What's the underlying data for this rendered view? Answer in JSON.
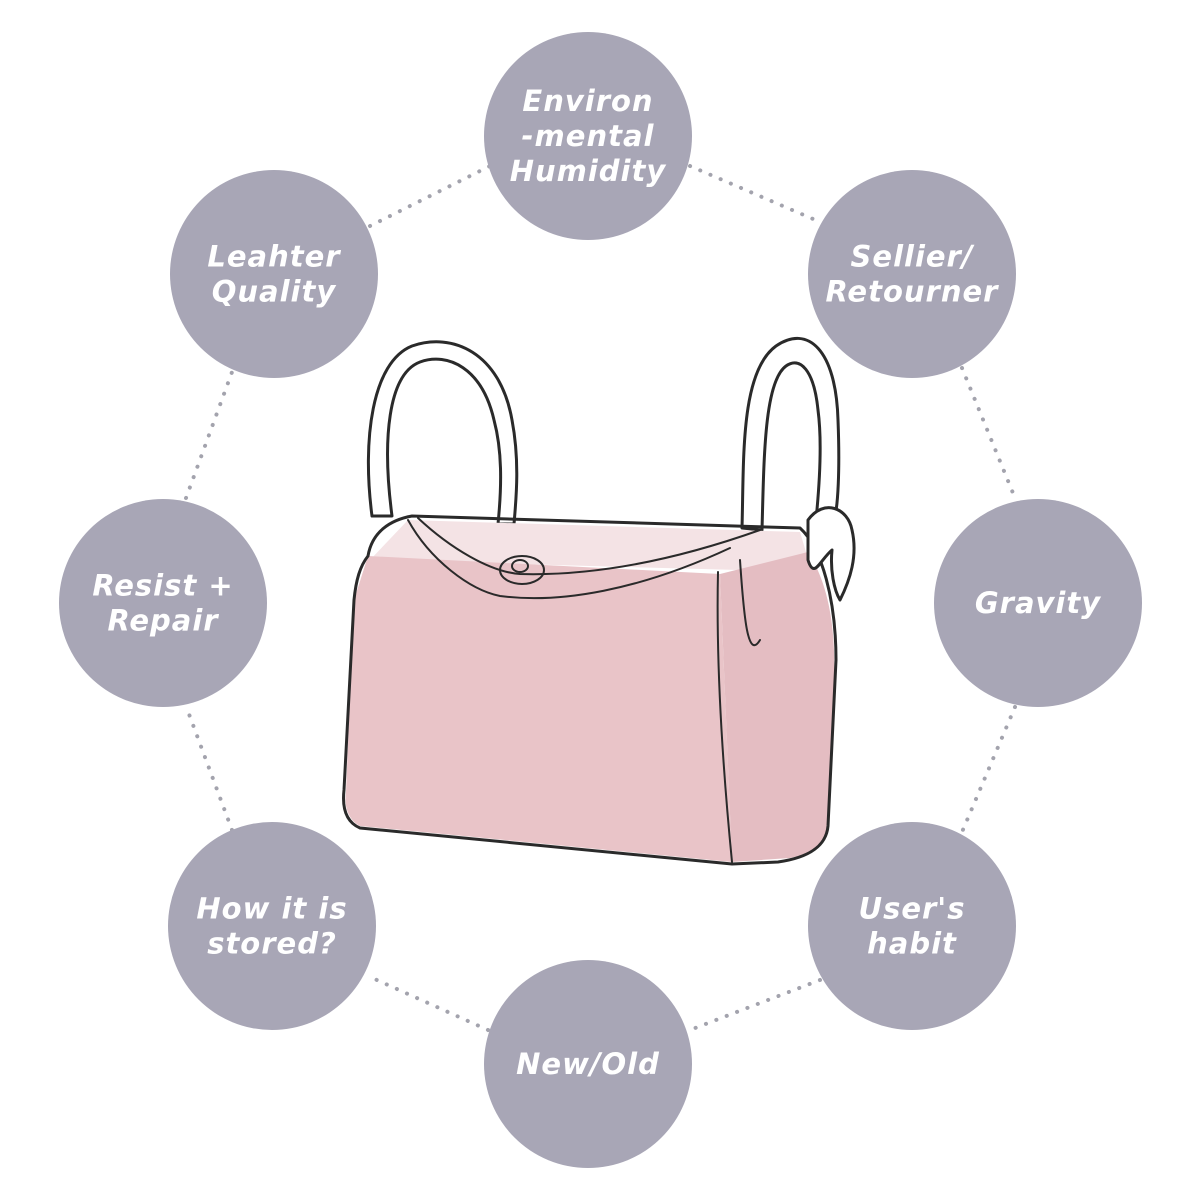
{
  "factors": [
    {
      "id": "environmental-humidity",
      "lines": [
        "Environ",
        "-mental",
        "Humidity"
      ]
    },
    {
      "id": "sellier-retourner",
      "lines": [
        "Sellier/",
        "Retourner"
      ]
    },
    {
      "id": "gravity",
      "lines": [
        "Gravity"
      ]
    },
    {
      "id": "users-habit",
      "lines": [
        "User's",
        "habit"
      ]
    },
    {
      "id": "new-old",
      "lines": [
        "New/Old"
      ]
    },
    {
      "id": "how-stored",
      "lines": [
        "How it is",
        "stored?"
      ]
    },
    {
      "id": "resist-repair",
      "lines": [
        "Resist +",
        "Repair"
      ]
    },
    {
      "id": "leather-quality",
      "lines": [
        "Leahter",
        "Quality"
      ]
    }
  ],
  "colors": {
    "circle": "#a8a6b6",
    "connector": "#a3a3ad",
    "label": "#ffffff",
    "bag_body": "#ecc8cc"
  },
  "center_illustration": "pink-handbag-icon"
}
